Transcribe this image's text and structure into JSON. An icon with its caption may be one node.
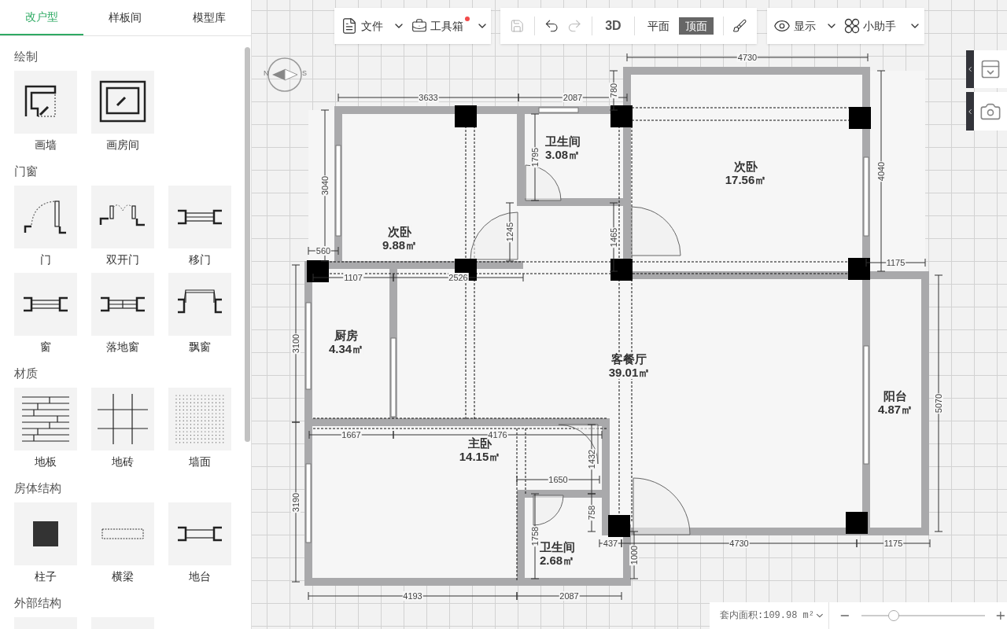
{
  "diagram": {
    "nodes": [
      {
        "text": [
          "卫生间",
          "3.08㎡"
        ]
      },
      {
        "text": [
          "次卧",
          "17.56㎡"
        ]
      },
      {
        "text": [
          "次卧",
          "9.88㎡"
        ]
      },
      {
        "text": [
          "厨房",
          "4.34㎡"
        ]
      },
      {
        "text": [
          "客餐厅",
          "39.01㎡"
        ]
      },
      {
        "text": [
          "阳台",
          "4.87㎡"
        ]
      },
      {
        "text": [
          "主卧",
          "14.15㎡"
        ]
      },
      {
        "text": [
          "卫生间",
          "2.68㎡"
        ]
      }
    ],
    "labels": [
      "改户型",
      "样板间",
      "模型库",
      "绘制",
      "画墙",
      "画房间",
      "门窗",
      "门",
      "双开门",
      "移门",
      "窗",
      "落地窗",
      "飘窗",
      "材质",
      "地板",
      "地砖",
      "墙面",
      "房体结构",
      "柱子",
      "横梁",
      "地台",
      "外部结构",
      "文件",
      "工具箱",
      "3D",
      "平面",
      "顶面",
      "显示",
      "小助手",
      "N",
      "S",
      "4730",
      "3633",
      "2087",
      "780",
      "3040",
      "1795",
      "4040",
      "1245",
      "1465",
      "560",
      "1175",
      "1107",
      "2526",
      "3100",
      "5070",
      "1667",
      "4176",
      "1432",
      "1650",
      "3190",
      "758",
      "1758",
      "437",
      "4730",
      "1175",
      "1000",
      "4193",
      "2087",
      "套内面积:109.98 m²"
    ]
  }
}
